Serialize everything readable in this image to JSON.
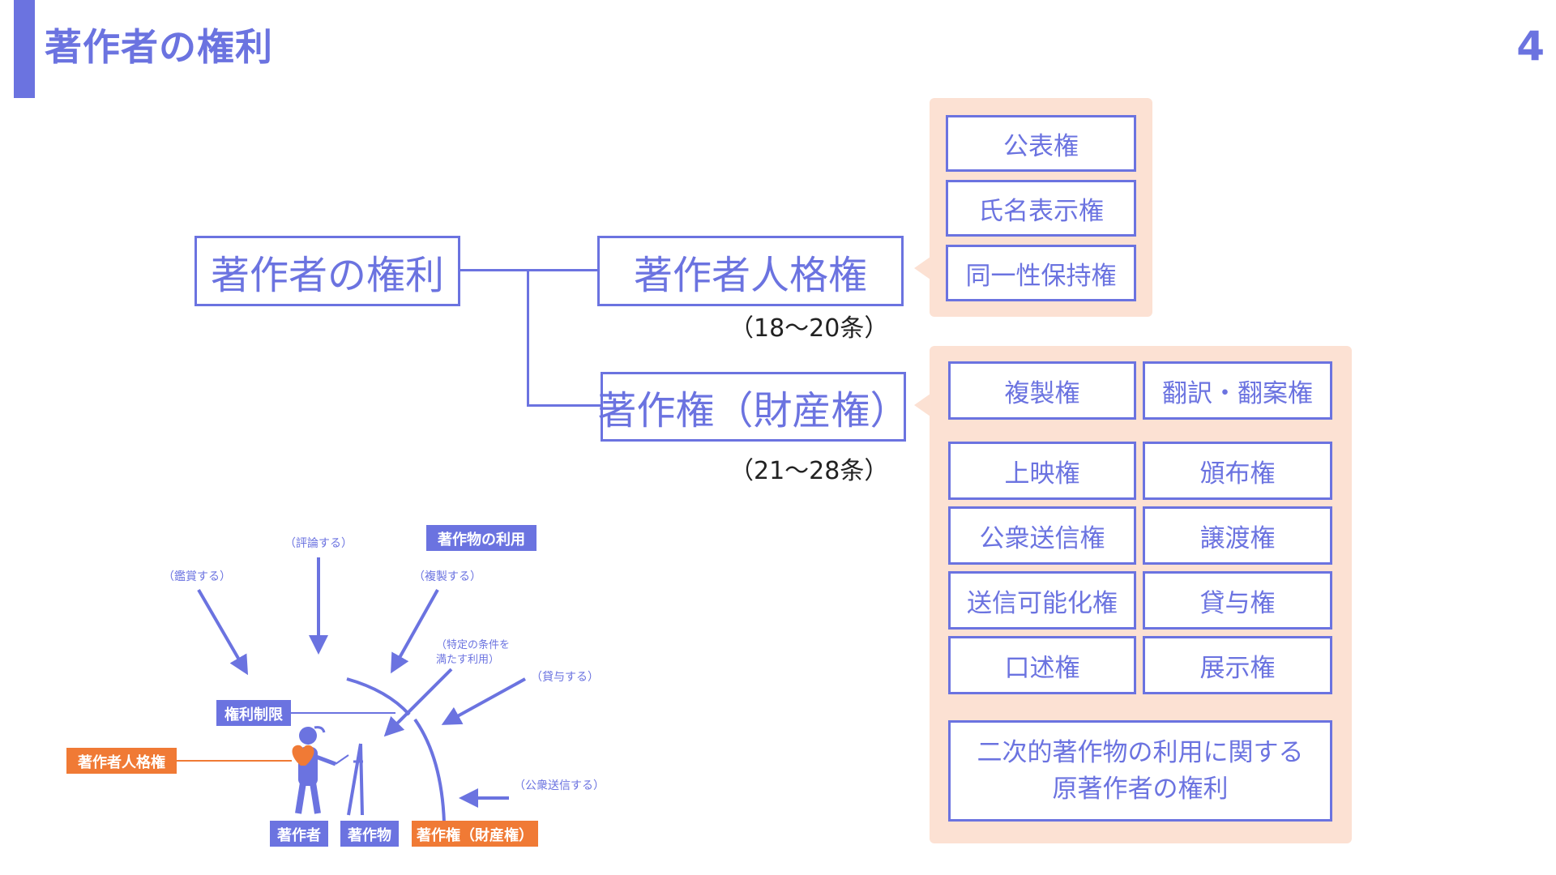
{
  "header": {
    "title": "著作者の権利",
    "page_number": "4"
  },
  "tree": {
    "root": "著作者の権利",
    "moral_rights": {
      "label": "著作者人格権",
      "articles": "（18～20条）"
    },
    "copyright": {
      "label": "著作権（財産権）",
      "articles": "（21～28条）"
    }
  },
  "moral_rights_list": [
    "公表権",
    "氏名表示権",
    "同一性保持権"
  ],
  "copyright_list": [
    [
      "複製権",
      "翻訳・翻案権"
    ],
    [
      "上映権",
      "頒布権"
    ],
    [
      "公衆送信権",
      "譲渡権"
    ],
    [
      "送信可能化権",
      "貸与権"
    ],
    [
      "口述権",
      "展示権"
    ]
  ],
  "derivative_right": {
    "line1": "二次的著作物の利用に関する",
    "line2": "原著作者の権利"
  },
  "illustration": {
    "header_label": "著作物の利用",
    "actions": {
      "appreciate": "（鑑賞する）",
      "review": "（評論する）",
      "reproduce": "（複製する）",
      "conditional_use_1": "（特定の条件を",
      "conditional_use_2": "満たす利用）",
      "lend": "（貸与する）",
      "transmit": "（公衆送信する）"
    },
    "limitation_label": "権利制限",
    "moral_label": "著作者人格権",
    "author_label": "著作者",
    "work_label": "著作物",
    "copyright_label": "著作権（財産権）",
    "colors": {
      "primary": "#6b73e0",
      "orange": "#f07a35",
      "panel": "#fce1d3"
    }
  }
}
